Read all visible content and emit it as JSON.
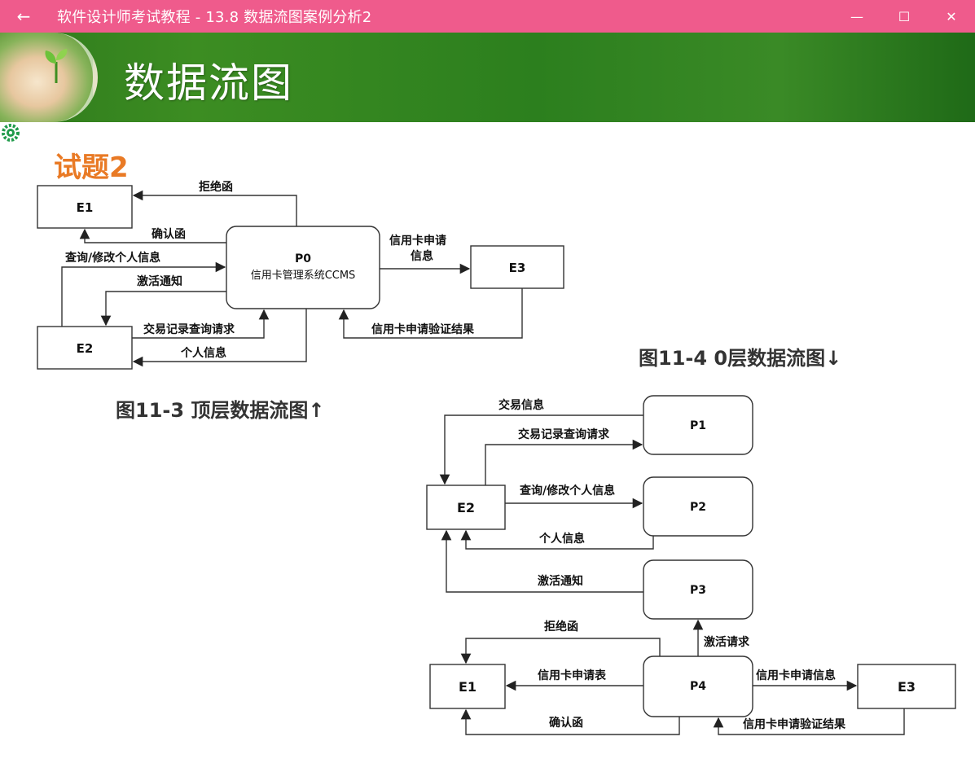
{
  "window": {
    "title": "软件设计师考试教程 - 13.8  数据流图案例分析2",
    "back_glyph": "←",
    "minimize_glyph": "—",
    "maximize_glyph": "☐",
    "close_glyph": "✕"
  },
  "banner": {
    "heading": "数据流图"
  },
  "question": {
    "title": "试题2"
  },
  "figure1": {
    "caption": "图11-3 顶层数据流图↑",
    "entities": {
      "e1": "E1",
      "e2": "E2",
      "e3": "E3"
    },
    "process": {
      "id": "P0",
      "name": "信用卡管理系统CCMS"
    },
    "flows": {
      "reject": "拒绝函",
      "confirm": "确认函",
      "query_modify": "查询/修改个人信息",
      "activate_notice": "激活通知",
      "txn_query": "交易记录查询请求",
      "personal_info": "个人信息",
      "apply_info_line1": "信用卡申请",
      "apply_info_line2": "信息",
      "apply_verify": "信用卡申请验证结果"
    }
  },
  "figure2": {
    "caption": "图11-4  0层数据流图↓",
    "entities": {
      "e1": "E1",
      "e2": "E2",
      "e3": "E3"
    },
    "processes": {
      "p1": "P1",
      "p2": "P2",
      "p3": "P3",
      "p4": "P4"
    },
    "flows": {
      "txn_info": "交易信息",
      "txn_query": "交易记录查询请求",
      "query_modify": "查询/修改个人信息",
      "personal_info": "个人信息",
      "activate_notice": "激活通知",
      "reject": "拒绝函",
      "activate_request": "激活请求",
      "apply_form": "信用卡申请表",
      "apply_info": "信用卡申请信息",
      "confirm": "确认函",
      "apply_verify": "信用卡申请验证结果"
    }
  }
}
